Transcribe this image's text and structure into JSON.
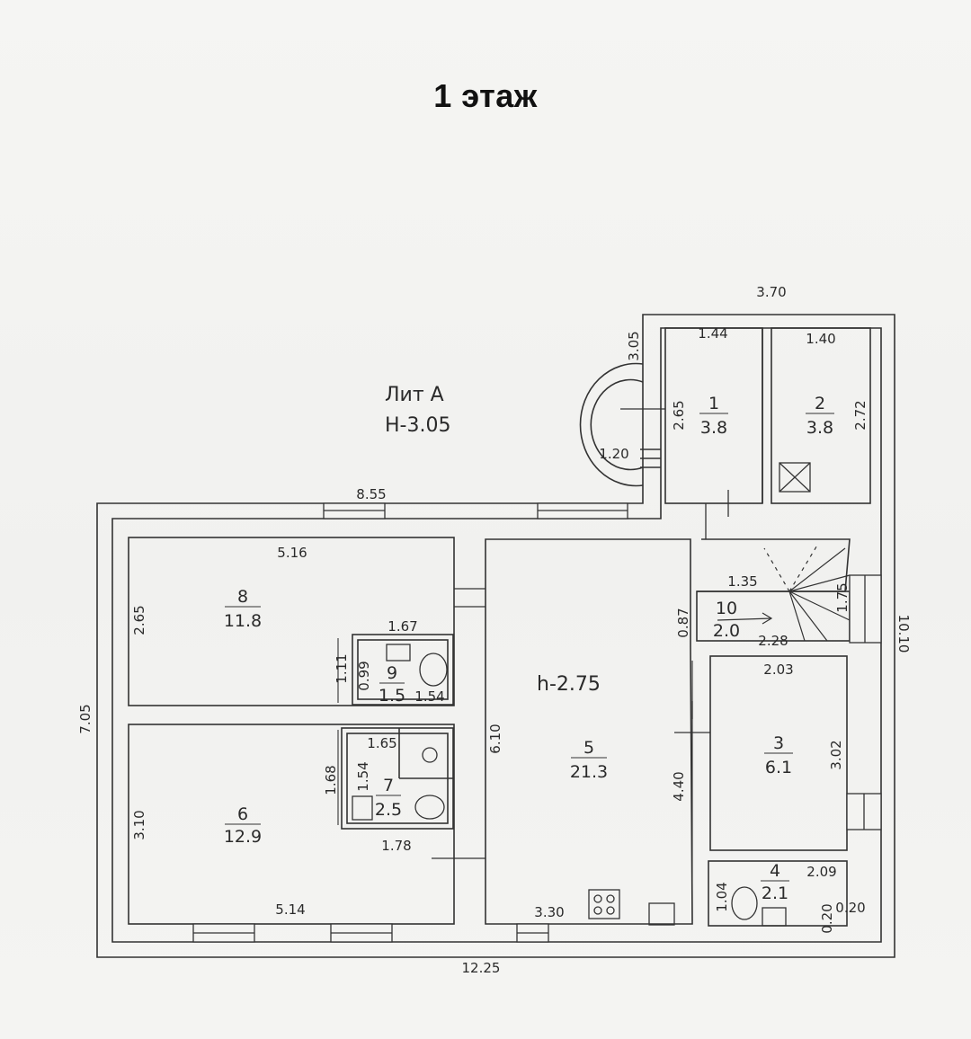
{
  "title": "1 этаж",
  "building": {
    "name": "Лит А",
    "height": "Н-3.05"
  },
  "ceiling_height": "h-2.75",
  "rooms": [
    {
      "number": "1",
      "area": "3.8"
    },
    {
      "number": "2",
      "area": "3.8"
    },
    {
      "number": "3",
      "area": "6.1"
    },
    {
      "number": "4",
      "area": "2.1"
    },
    {
      "number": "5",
      "area": "21.3"
    },
    {
      "number": "6",
      "area": "12.9"
    },
    {
      "number": "7",
      "area": "2.5"
    },
    {
      "number": "8",
      "area": "11.8"
    },
    {
      "number": "9",
      "area": "1.5"
    },
    {
      "number": "10",
      "area": "2.0"
    }
  ],
  "dimensions": {
    "top_annex_width": "3.70",
    "annex_left_height": "3.05",
    "room1_width": "1.44",
    "room2_width": "1.40",
    "room1_height": "2.65",
    "room2_height": "2.72",
    "porch_width": "1.20",
    "main_width_top": "8.55",
    "room8_width": "5.16",
    "room8_height": "2.65",
    "room9_width_top": "1.67",
    "room9_height_outer": "1.11",
    "room9_height_inner": "0.99",
    "room9_width": "1.54",
    "room7_width_top": "1.65",
    "room7_height_outer": "1.68",
    "room7_height_inner": "1.54",
    "room7_width_bottom": "1.78",
    "room6_height": "3.10",
    "room6_width": "5.14",
    "total_left_height": "7.05",
    "total_width_bottom": "12.25",
    "room5_height": "6.10",
    "room5_width": "3.30",
    "stair_width": "1.35",
    "stair_height": "1.75",
    "room10_height": "0.87",
    "room10_width": "2.28",
    "room3_width": "2.03",
    "room3_left": "4.40",
    "room3_height": "3.02",
    "room4_height": "1.04",
    "room4_width": "2.09",
    "wc_w": "0.20",
    "wc_h": "0.20",
    "total_right_height": "10.10"
  }
}
